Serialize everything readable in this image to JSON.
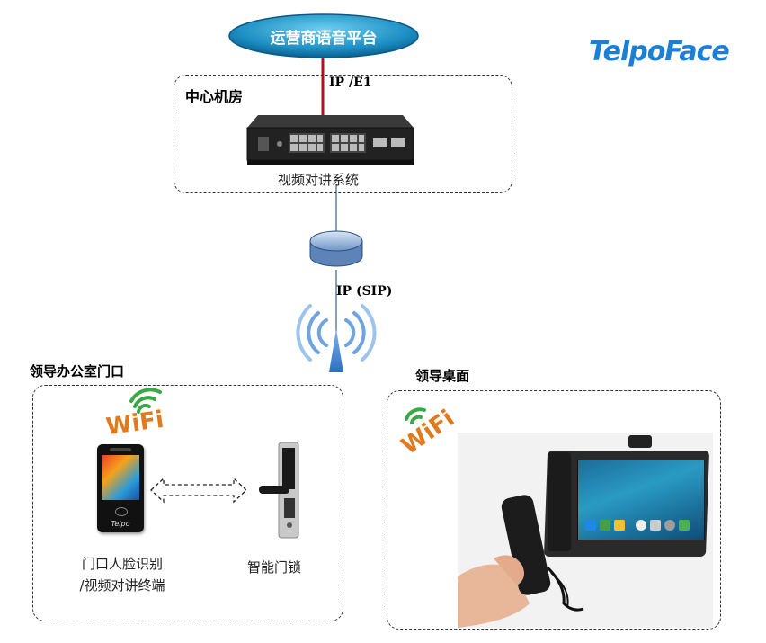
{
  "brand": {
    "logo_text": "TelpoFace",
    "colors": {
      "blue": "#1c7fd6",
      "orange": "#f07a1a"
    }
  },
  "platform": {
    "label": "运营商语音平台",
    "color": "#1d8fc4"
  },
  "links": {
    "top": "IP /E1",
    "middle": "IP (SIP)"
  },
  "center_room": {
    "title": "中心机房",
    "device_label": "视频对讲系统"
  },
  "office_door": {
    "title": "领导办公室门口",
    "terminal_line1": "门口人脸识别",
    "terminal_line2": "/视频对讲终端",
    "lock_label": "智能门锁",
    "wifi_text": "WiFi"
  },
  "desk": {
    "title": "领导桌面",
    "wifi_text": "WiFi"
  },
  "icons": [
    "router-icon",
    "antenna-icon",
    "wifi-icon",
    "double-arrow-icon"
  ]
}
